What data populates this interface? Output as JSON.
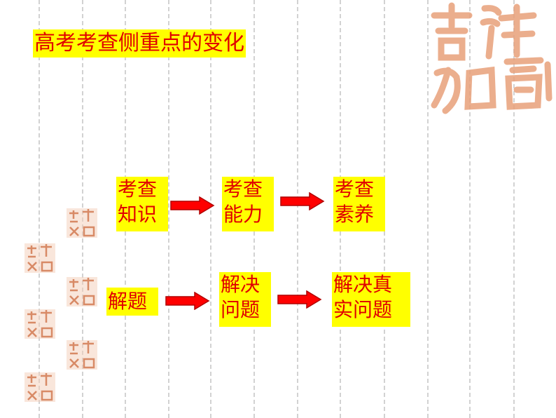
{
  "title": "高考考查侧重点的变化",
  "row1": [
    {
      "line1": "考查",
      "line2": "知识"
    },
    {
      "line1": "考查",
      "line2": "能力"
    },
    {
      "line1": "考查",
      "line2": "素养"
    }
  ],
  "row2": [
    {
      "line1": "解题",
      "line2": ""
    },
    {
      "line1": "解决",
      "line2": "问题"
    },
    {
      "line1": "解决真",
      "line2": "实问题"
    }
  ],
  "seal_text": "吉祥如意",
  "colors": {
    "text": "#e00000",
    "highlight": "#ffff00",
    "arrow": "#ff0000",
    "seal": "#e8a07a"
  }
}
